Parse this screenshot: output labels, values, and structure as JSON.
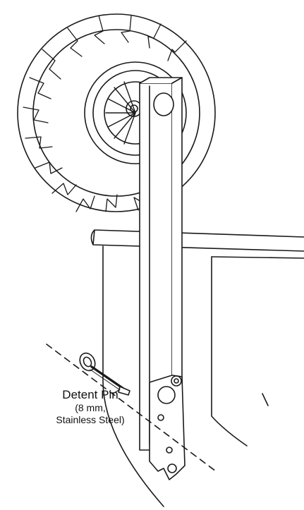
{
  "figure": {
    "callout": {
      "title": "Detent Pin",
      "detail_line1": "(8 mm,",
      "detail_line2": "Stainless Steel)"
    },
    "colors": {
      "line": "#1a1a1a",
      "background": "#ffffff"
    }
  }
}
